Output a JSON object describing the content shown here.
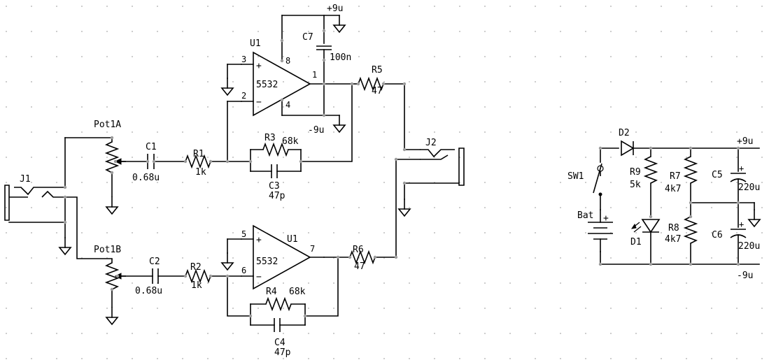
{
  "opamps": {
    "u1a": {
      "ref": "U1",
      "part": "5532",
      "pin_noninv": "3",
      "pin_inv": "2",
      "pin_out": "1",
      "pin_vpos": "8",
      "pin_vneg": "4"
    },
    "u1b": {
      "ref": "U1",
      "part": "5532",
      "pin_noninv": "5",
      "pin_inv": "6",
      "pin_out": "7"
    }
  },
  "polarity": {
    "plus": "+",
    "minus": "−"
  },
  "jacks": {
    "j1": "J1",
    "j2": "J2"
  },
  "pots": {
    "a": "Pot1A",
    "b": "Pot1B"
  },
  "capacitors": {
    "c1": {
      "ref": "C1",
      "value": "0.68u"
    },
    "c2": {
      "ref": "C2",
      "value": "0.68u"
    },
    "c3": {
      "ref": "C3",
      "value": "47p"
    },
    "c4": {
      "ref": "C4",
      "value": "47p"
    },
    "c5": {
      "ref": "C5",
      "value": "220u"
    },
    "c6": {
      "ref": "C6",
      "value": "220u"
    },
    "c7": {
      "ref": "C7",
      "value": "100n"
    }
  },
  "resistors": {
    "r1": {
      "ref": "R1",
      "value": "1k"
    },
    "r2": {
      "ref": "R2",
      "value": "1k"
    },
    "r3": {
      "ref": "R3",
      "value": "68k"
    },
    "r4": {
      "ref": "R4",
      "value": "68k"
    },
    "r5": {
      "ref": "R5",
      "value": "47"
    },
    "r6": {
      "ref": "R6",
      "value": "47"
    },
    "r7": {
      "ref": "R7",
      "value": "4k7"
    },
    "r8": {
      "ref": "R8",
      "value": "4k7"
    },
    "r9": {
      "ref": "R9",
      "value": "5k"
    }
  },
  "diodes": {
    "d1": "D1",
    "d2": "D2"
  },
  "switch": {
    "sw1": "SW1"
  },
  "battery": {
    "ref": "Bat",
    "plus": "+"
  },
  "rails": {
    "vpos": "+9u",
    "vneg": "-9u"
  }
}
